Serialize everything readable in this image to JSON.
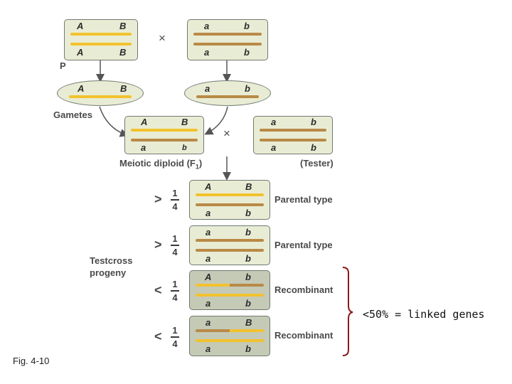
{
  "labels": {
    "P": "P",
    "gametes": "Gametes",
    "meiotic": "Meiotic diploid (F",
    "meiotic_sub": "1",
    "meiotic_close": ")",
    "tester": "(Tester)",
    "testcross": "Testcross",
    "progeny": "progeny",
    "parental1": "Parental type",
    "parental2": "Parental type",
    "recomb1": "Recombinant",
    "recomb2": "Recombinant",
    "linked": "<50% = linked genes",
    "fig": "Fig. 4-10"
  },
  "cross_symbols": {
    "x1": "×",
    "x2": "×"
  },
  "fractions": [
    {
      "sign": ">",
      "num": "1",
      "den": "4"
    },
    {
      "sign": ">",
      "num": "1",
      "den": "4"
    },
    {
      "sign": "<",
      "num": "1",
      "den": "4"
    },
    {
      "sign": "<",
      "num": "1",
      "den": "4"
    }
  ],
  "alleles": {
    "p1_top": [
      "A",
      "B"
    ],
    "p1_bot": [
      "A",
      "B"
    ],
    "p2_top": [
      "a",
      "b"
    ],
    "p2_bot": [
      "a",
      "b"
    ],
    "g1": [
      "A",
      "B"
    ],
    "g2": [
      "a",
      "b"
    ],
    "f1_top": [
      "A",
      "B"
    ],
    "f1_bot": [
      "a",
      "b"
    ],
    "t_top": [
      "a",
      "b"
    ],
    "t_bot": [
      "a",
      "b"
    ],
    "o1_top": [
      "A",
      "B"
    ],
    "o1_bot": [
      "a",
      "b"
    ],
    "o2_top": [
      "a",
      "b"
    ],
    "o2_bot": [
      "a",
      "b"
    ],
    "o3_top": [
      "A",
      "b"
    ],
    "o3_bot": [
      "a",
      "b"
    ],
    "o4_top": [
      "a",
      "B"
    ],
    "o4_bot": [
      "a",
      "b"
    ]
  },
  "colors": {
    "dominant": "#f2c22e",
    "recessive": "#b98a46",
    "box_fill": "#e9ecd4",
    "box_recombinant": "#c5cab7",
    "brace": "#8b1a1a",
    "arrow": "#555555"
  }
}
